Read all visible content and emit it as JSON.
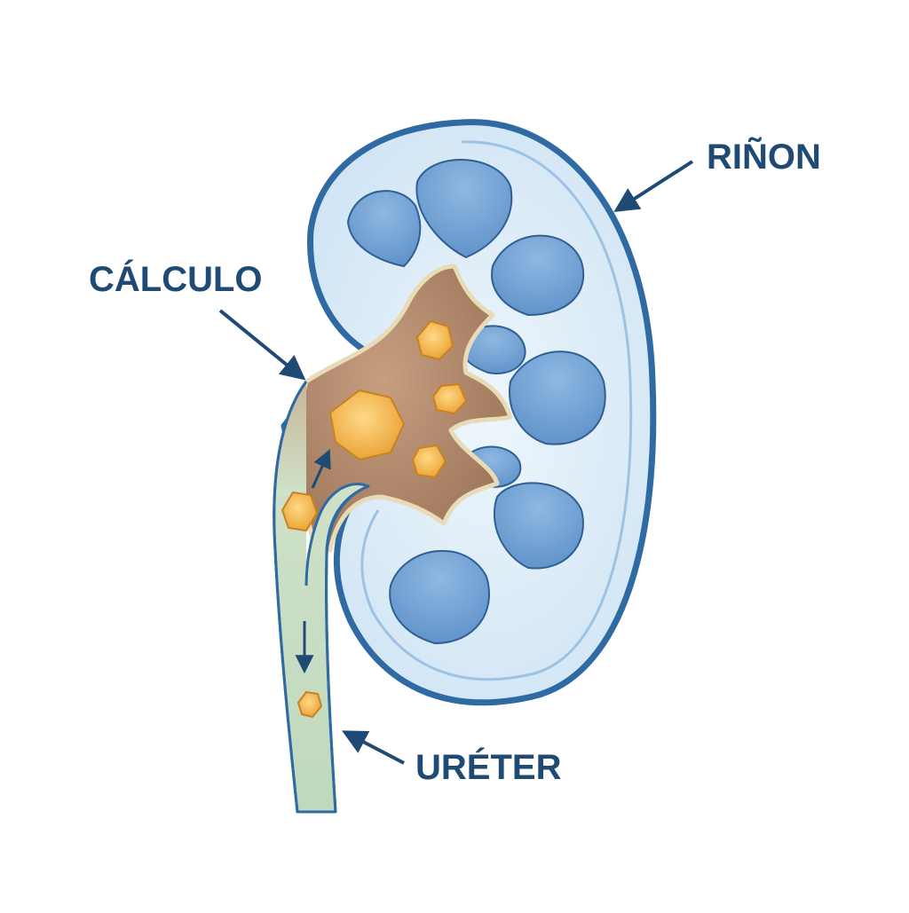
{
  "labels": {
    "kidney": "RIÑON",
    "stone": "CÁLCULO",
    "ureter": "URÉTER"
  },
  "colors": {
    "label_text": "#1f4a73",
    "outline": "#2f6aa2",
    "cortex": "#d9ebf7",
    "medulla": "#6f9fd2",
    "pelvis": "#b0876a",
    "ureter": "#c8dfc8",
    "stone": "#f1b245"
  }
}
